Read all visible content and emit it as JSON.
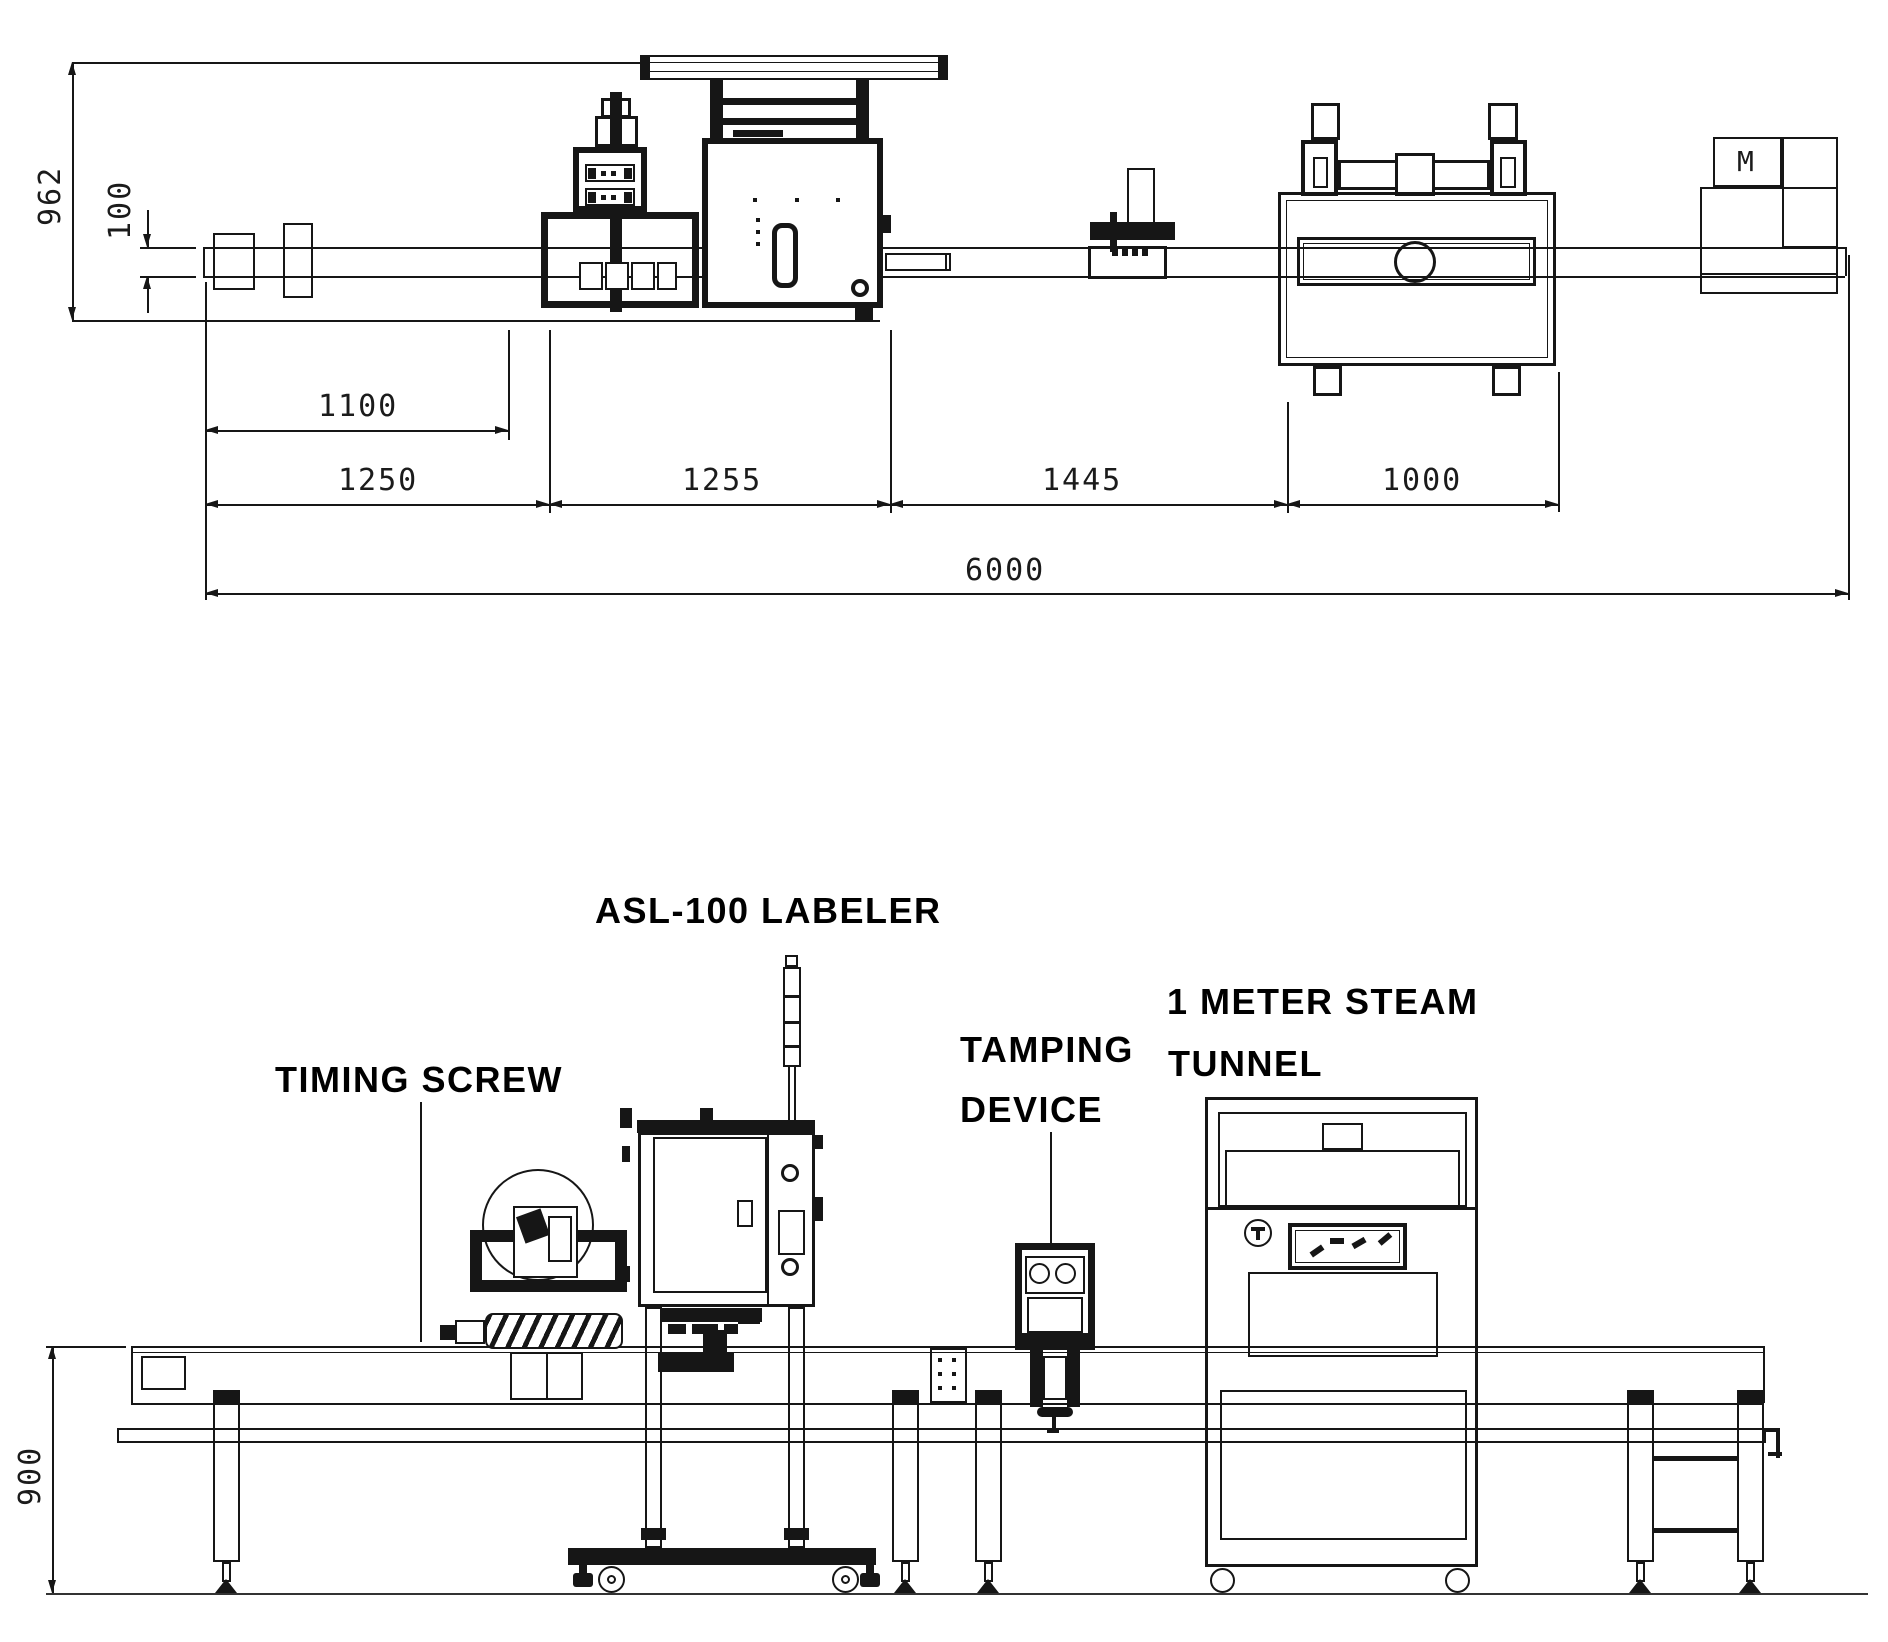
{
  "page": {
    "background": "#ffffff",
    "line_color": "#161616"
  },
  "top_view": {
    "dimensions": {
      "overall_depth": "962",
      "conveyor_width": "100",
      "infeed_offset": "1100",
      "seg_infeed": "1250",
      "seg_labeler": "1255",
      "seg_gap": "1445",
      "seg_tunnel": "1000",
      "overall_length": "6000"
    },
    "motor_label": "M"
  },
  "front_view": {
    "labels": {
      "labeler_title": "ASL-100 LABELER",
      "timing_screw": "TIMING SCREW",
      "tamping_line1": "TAMPING",
      "tamping_line2": "DEVICE",
      "tunnel_line1": "1 METER STEAM",
      "tunnel_line2": "TUNNEL"
    },
    "dimensions": {
      "conveyor_height": "900"
    }
  }
}
